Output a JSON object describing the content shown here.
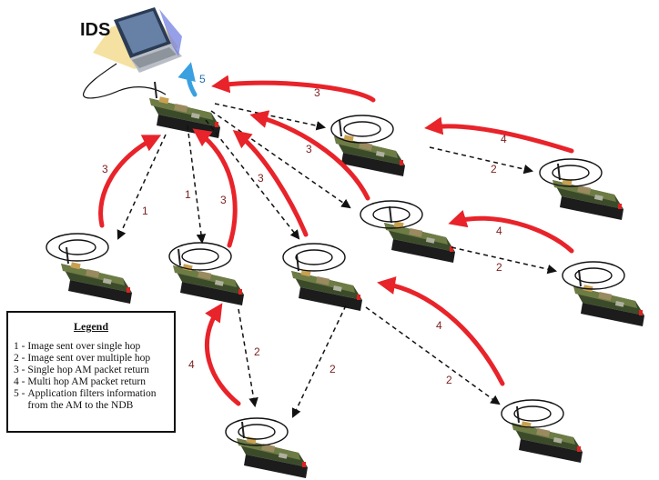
{
  "ids_label": "IDS",
  "legend": {
    "title": "Legend",
    "items": [
      {
        "num": "1",
        "text": "Image sent over single hop"
      },
      {
        "num": "2",
        "text": "Image sent over multiple hop"
      },
      {
        "num": "3",
        "text": "Single hop AM packet return"
      },
      {
        "num": "4",
        "text": "Multi hop AM packet return"
      },
      {
        "num": "5",
        "text": "Application filters information from the AM to the NDB"
      }
    ]
  },
  "edge_labels": [
    {
      "id": "e1a",
      "text": "1"
    },
    {
      "id": "e1b",
      "text": "1"
    },
    {
      "id": "e2a",
      "text": "2"
    },
    {
      "id": "e2b",
      "text": "2"
    },
    {
      "id": "e2c",
      "text": "2"
    },
    {
      "id": "e2d",
      "text": "2"
    },
    {
      "id": "e2e",
      "text": "2"
    },
    {
      "id": "e3a",
      "text": "3"
    },
    {
      "id": "e3b",
      "text": "3"
    },
    {
      "id": "e3c",
      "text": "3"
    },
    {
      "id": "e3d",
      "text": "3"
    },
    {
      "id": "e3e",
      "text": "3"
    },
    {
      "id": "e4a",
      "text": "4"
    },
    {
      "id": "e4b",
      "text": "4"
    },
    {
      "id": "e4c",
      "text": "4"
    },
    {
      "id": "e4d",
      "text": "4"
    },
    {
      "id": "e5",
      "text": "5"
    }
  ],
  "colors": {
    "am_return": "#e8232a",
    "ids_filter": "#3aa0e0",
    "image_sent": "#111111",
    "label": "#7a1e1e",
    "label_blue": "#1f6fb0"
  }
}
